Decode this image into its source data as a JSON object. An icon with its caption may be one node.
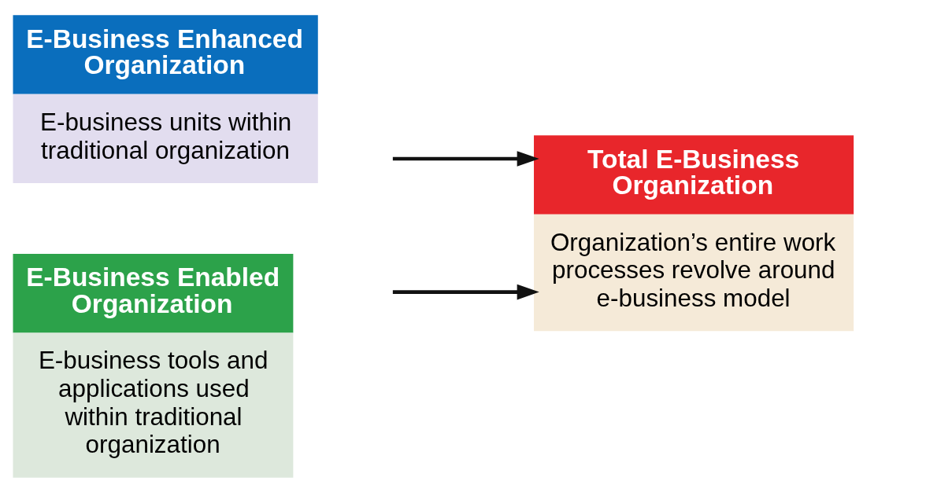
{
  "diagram": {
    "nodes": [
      {
        "text": [
          "E-Business Enhanced Organization",
          "E-business units within traditional organization"
        ]
      },
      {
        "text": [
          "E-Business Enabled Organization",
          "E-business tools and applications used within traditional organization"
        ]
      },
      {
        "text": [
          "Total E-Business Organization",
          "Organization’s entire work processes revolve around e-business model"
        ]
      }
    ],
    "edges": [
      {
        "from": 0,
        "to": 2,
        "arrow": "to"
      },
      {
        "from": 1,
        "to": 2,
        "arrow": "to"
      }
    ]
  }
}
